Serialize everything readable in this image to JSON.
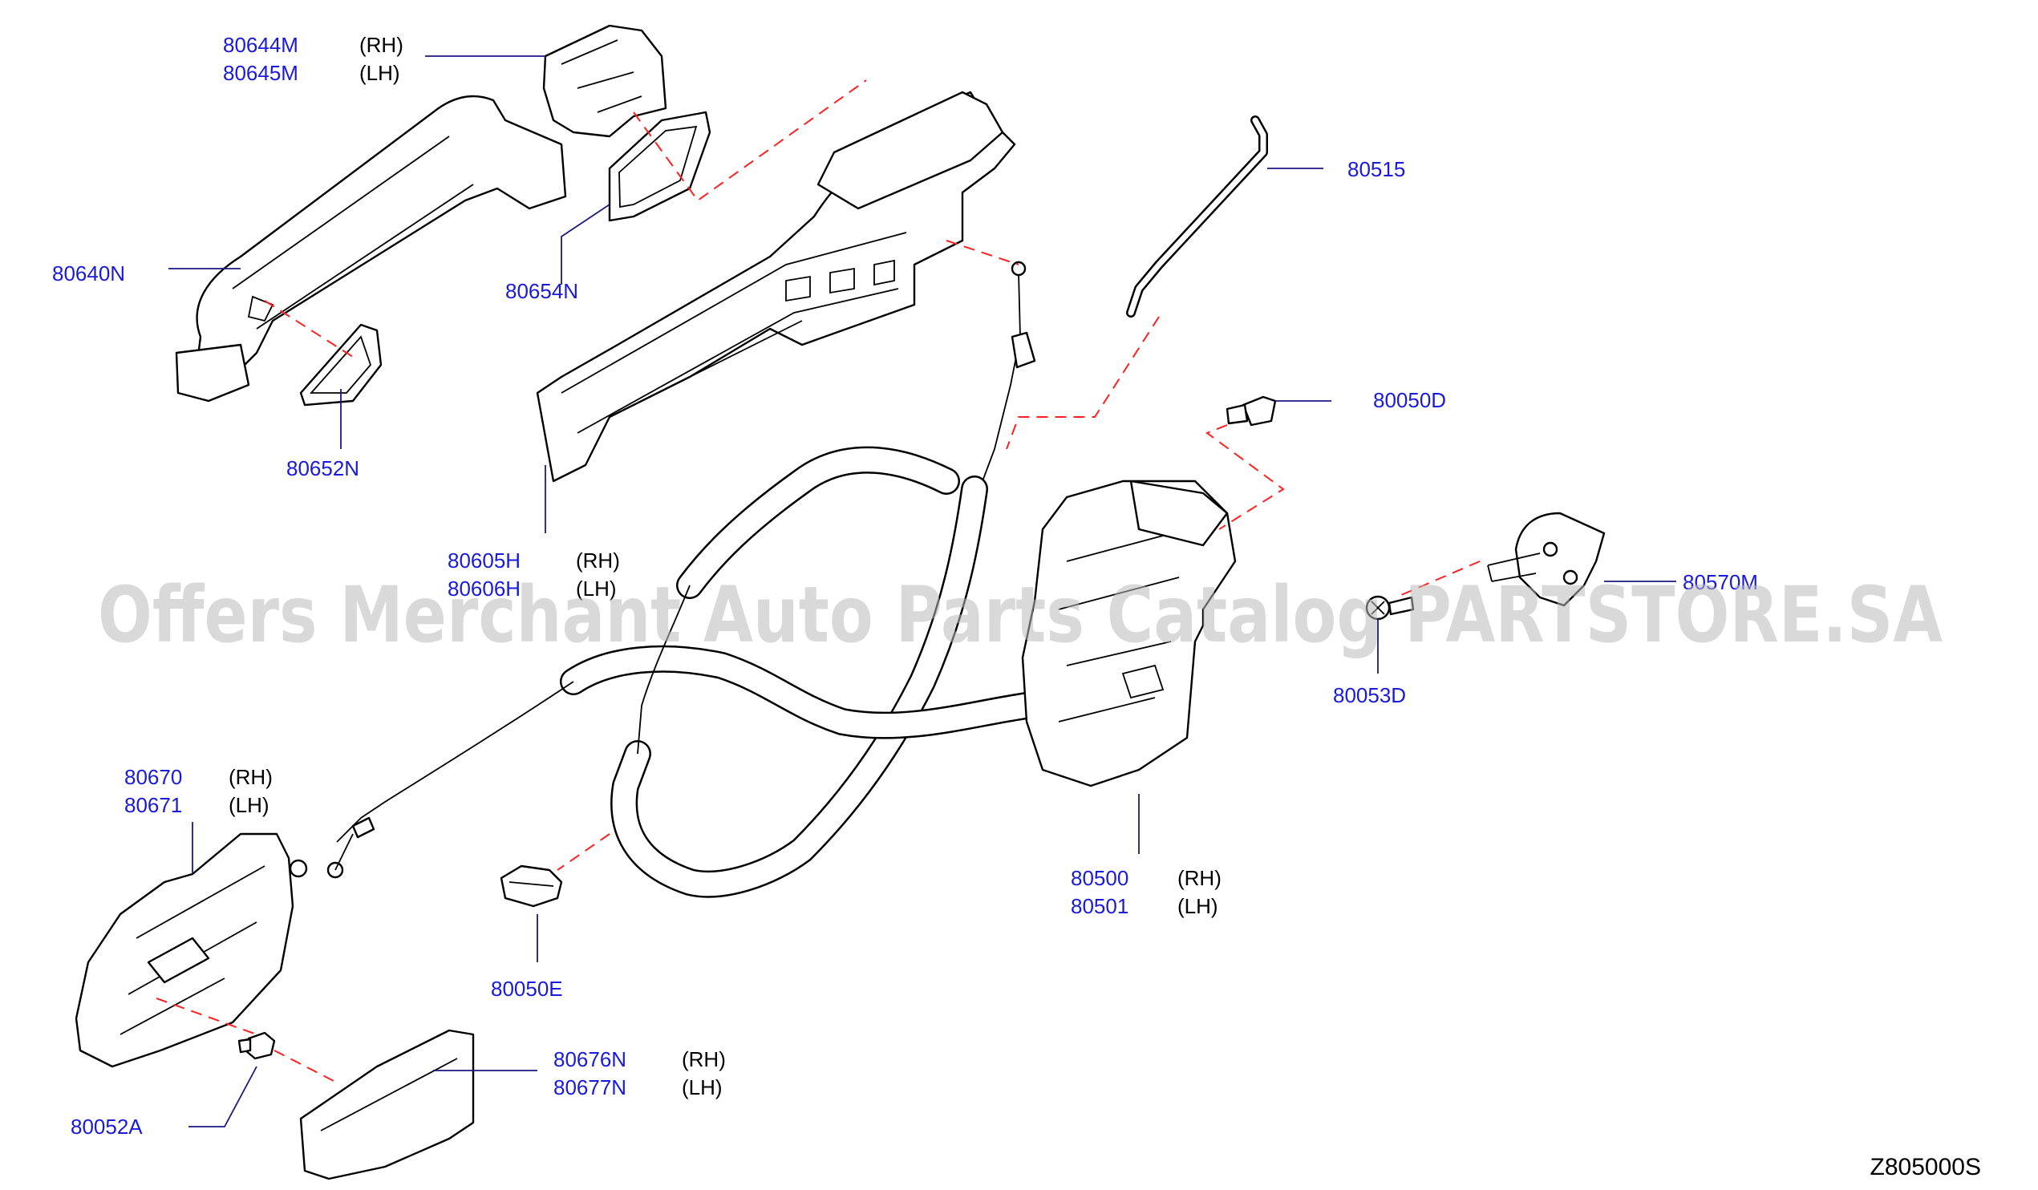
{
  "watermark": "Offers Merchant Auto Parts Catalog PARTSTORE.SA",
  "diagram_code": "Z805000S",
  "callouts": {
    "p80644": {
      "part": "80644M",
      "side": "(RH)"
    },
    "p80645": {
      "part": "80645M",
      "side": "(LH)"
    },
    "p80640": {
      "part": "80640N"
    },
    "p80654": {
      "part": "80654N"
    },
    "p80652": {
      "part": "80652N"
    },
    "p80605": {
      "part": "80605H",
      "side": "(RH)"
    },
    "p80606": {
      "part": "80606H",
      "side": "(LH)"
    },
    "p80515": {
      "part": "80515"
    },
    "p80050d": {
      "part": "80050D"
    },
    "p80570": {
      "part": "80570M"
    },
    "p80053d": {
      "part": "80053D"
    },
    "p80670": {
      "part": "80670",
      "side": "(RH)"
    },
    "p80671": {
      "part": "80671",
      "side": "(LH)"
    },
    "p80500": {
      "part": "80500",
      "side": "(RH)"
    },
    "p80501": {
      "part": "80501",
      "side": "(LH)"
    },
    "p80050e": {
      "part": "80050E"
    },
    "p80676": {
      "part": "80676N",
      "side": "(RH)"
    },
    "p80677": {
      "part": "80677N",
      "side": "(LH)"
    },
    "p80052a": {
      "part": "80052A"
    }
  }
}
